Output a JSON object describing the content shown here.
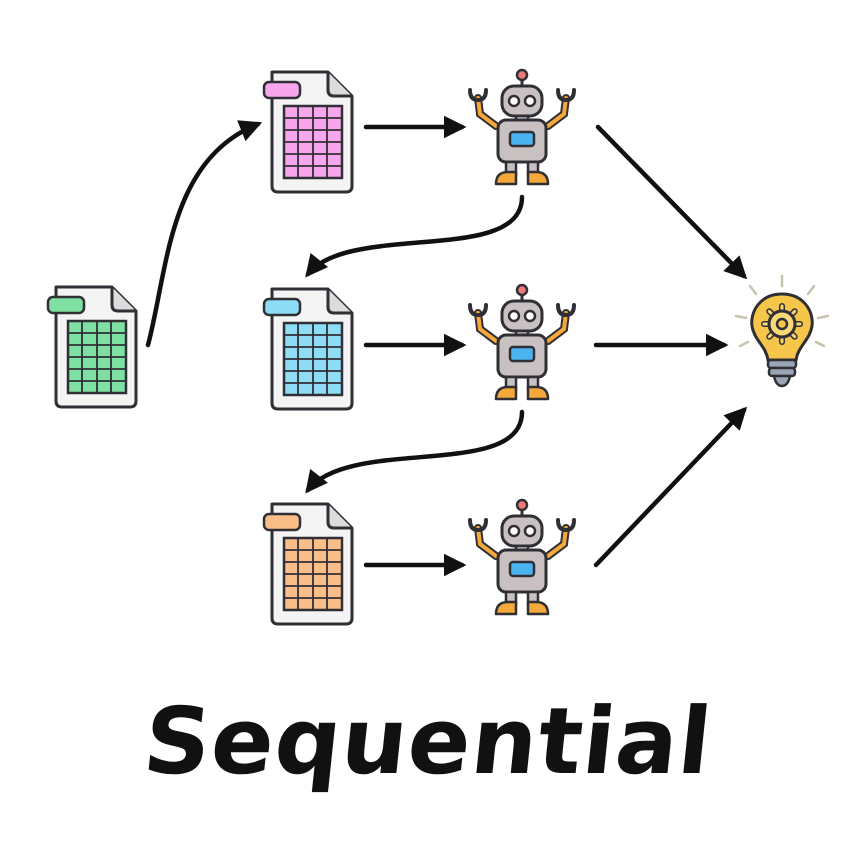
{
  "caption": "Sequential",
  "palette": {
    "source_sheet": "#7fe0a3",
    "sheet_1": "#f7a6ec",
    "sheet_2": "#8fdcf7",
    "sheet_3": "#f9bd88",
    "robot_body": "#c9c1c1",
    "robot_limbs": "#f4a93a",
    "robot_screen": "#4ab3f0",
    "bulb": "#f5c64a",
    "outline": "#2f2f35"
  },
  "nodes": [
    {
      "id": "source-document",
      "icon": "spreadsheet-icon"
    },
    {
      "id": "document-1",
      "icon": "spreadsheet-icon"
    },
    {
      "id": "document-2",
      "icon": "spreadsheet-icon"
    },
    {
      "id": "document-3",
      "icon": "spreadsheet-icon"
    },
    {
      "id": "agent-1",
      "icon": "robot-icon"
    },
    {
      "id": "agent-2",
      "icon": "robot-icon"
    },
    {
      "id": "agent-3",
      "icon": "robot-icon"
    },
    {
      "id": "result",
      "icon": "lightbulb-gear-icon"
    }
  ],
  "edges": [
    {
      "from": "source-document",
      "to": "document-1"
    },
    {
      "from": "document-1",
      "to": "agent-1"
    },
    {
      "from": "agent-1",
      "to": "document-2"
    },
    {
      "from": "document-2",
      "to": "agent-2"
    },
    {
      "from": "agent-2",
      "to": "document-3"
    },
    {
      "from": "document-3",
      "to": "agent-3"
    },
    {
      "from": "agent-1",
      "to": "result"
    },
    {
      "from": "agent-2",
      "to": "result"
    },
    {
      "from": "agent-3",
      "to": "result"
    }
  ]
}
